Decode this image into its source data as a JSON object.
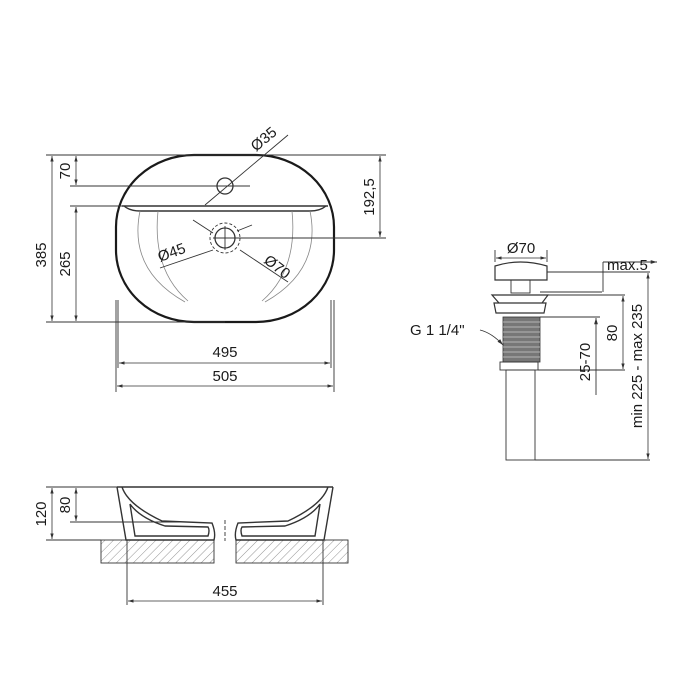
{
  "top_view": {
    "tap_hole": "Ø35",
    "drain_inner": "Ø45",
    "drain_outer": "Ø70",
    "depth_total": "385",
    "tap_offset": "70",
    "bowl_depth": "265",
    "drain_offset": "192,5",
    "inner_width": "495",
    "outer_width": "505"
  },
  "section_view": {
    "height": "120",
    "inner_height": "80",
    "base_width": "455"
  },
  "drain_view": {
    "cap_diameter": "Ø70",
    "max_gap": "max.5",
    "thread": "G 1 1/4\"",
    "thread_length": "80",
    "countertop_range": "25-70",
    "total_length": "min 225 - max 235"
  }
}
